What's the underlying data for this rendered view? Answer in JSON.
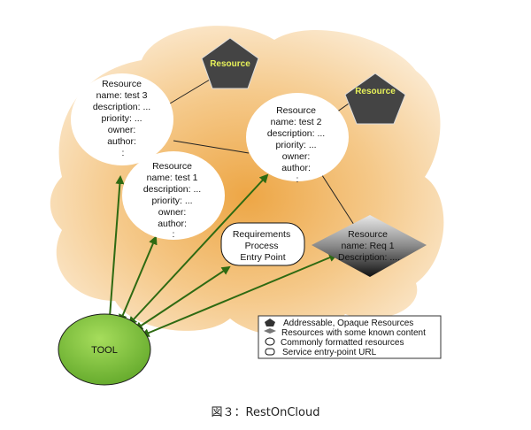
{
  "colors": {
    "cloud_center": "#eda645",
    "cloud_edge": "#fbe6c6",
    "pentagon_fill": "#444444",
    "pentagon_text": "#e8f25a",
    "tool_fill": "#7dc23a",
    "arrow": "#2e6a12"
  },
  "pentagons": [
    {
      "label": "Resource"
    },
    {
      "label": "Resource"
    }
  ],
  "resources": [
    {
      "lines": [
        "Resource",
        "name: test 3",
        "description: ...",
        "priority: ...",
        "owner:",
        "author:",
        ":"
      ]
    },
    {
      "lines": [
        "Resource",
        "name: test 2",
        "description: ...",
        "priority: ...",
        "owner:",
        "author:",
        ":"
      ]
    },
    {
      "lines": [
        "Resource",
        "name: test 1",
        "description: ...",
        "priority: ...",
        "owner:",
        "author:",
        ":"
      ]
    }
  ],
  "entry_point": {
    "lines": [
      "Requirements",
      "Process",
      "Entry Point"
    ]
  },
  "diamond": {
    "lines": [
      "Resource",
      "name:  Req 1",
      "Description: ...."
    ]
  },
  "tool": {
    "label": "TOOL"
  },
  "legend": {
    "items": [
      {
        "icon": "pentagon-icon",
        "label": "Addressable, Opaque Resources"
      },
      {
        "icon": "diamond-icon",
        "label": "Resources with some known content"
      },
      {
        "icon": "ellipse-icon",
        "label": "Commonly formatted resources"
      },
      {
        "icon": "rounded-rect-icon",
        "label": "Service entry-point URL"
      }
    ]
  },
  "caption": "図３：RestOnCloud"
}
